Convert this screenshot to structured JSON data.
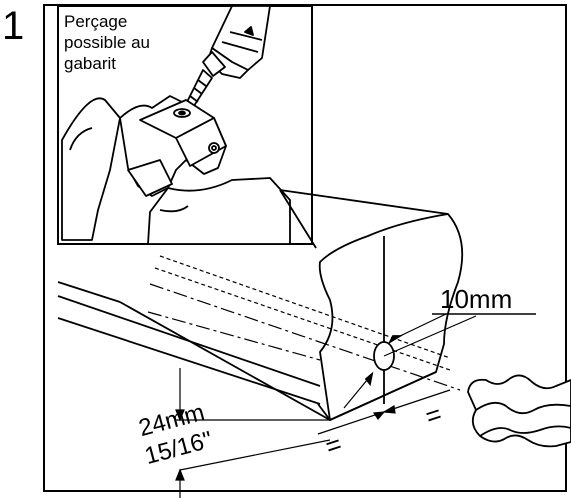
{
  "step": {
    "number": "1"
  },
  "inset": {
    "caption_lines": [
      "Perçage",
      "possible au",
      "gabarit"
    ]
  },
  "dimensions": {
    "hole_diameter": "10mm",
    "depth_metric": "24mm",
    "depth_imperial": "15/16\"",
    "equal_mark_left": "=",
    "equal_mark_right": "="
  },
  "icons": {
    "drill_icon": "drill-icon",
    "jig_icon": "drilling-jig-icon",
    "drill_bit_icon": "twist-drill-bit-icon"
  }
}
